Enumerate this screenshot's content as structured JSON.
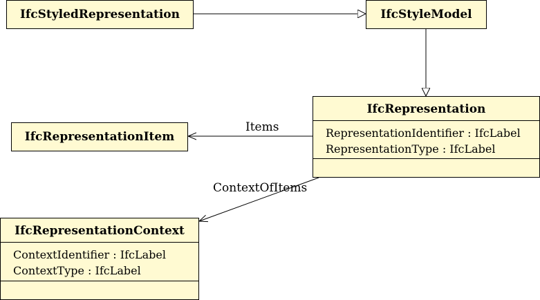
{
  "classes": {
    "styled_representation": {
      "name": "IfcStyledRepresentation"
    },
    "style_model": {
      "name": "IfcStyleModel"
    },
    "representation": {
      "name": "IfcRepresentation",
      "attributes": [
        "RepresentationIdentifier : IfcLabel",
        "RepresentationType : IfcLabel"
      ]
    },
    "representation_item": {
      "name": "IfcRepresentationItem"
    },
    "representation_context": {
      "name": "IfcRepresentationContext",
      "attributes": [
        "ContextIdentifier : IfcLabel",
        "ContextType : IfcLabel"
      ]
    }
  },
  "relations": {
    "items": {
      "label": "Items"
    },
    "context_of_items": {
      "label": "ContextOfItems"
    }
  }
}
